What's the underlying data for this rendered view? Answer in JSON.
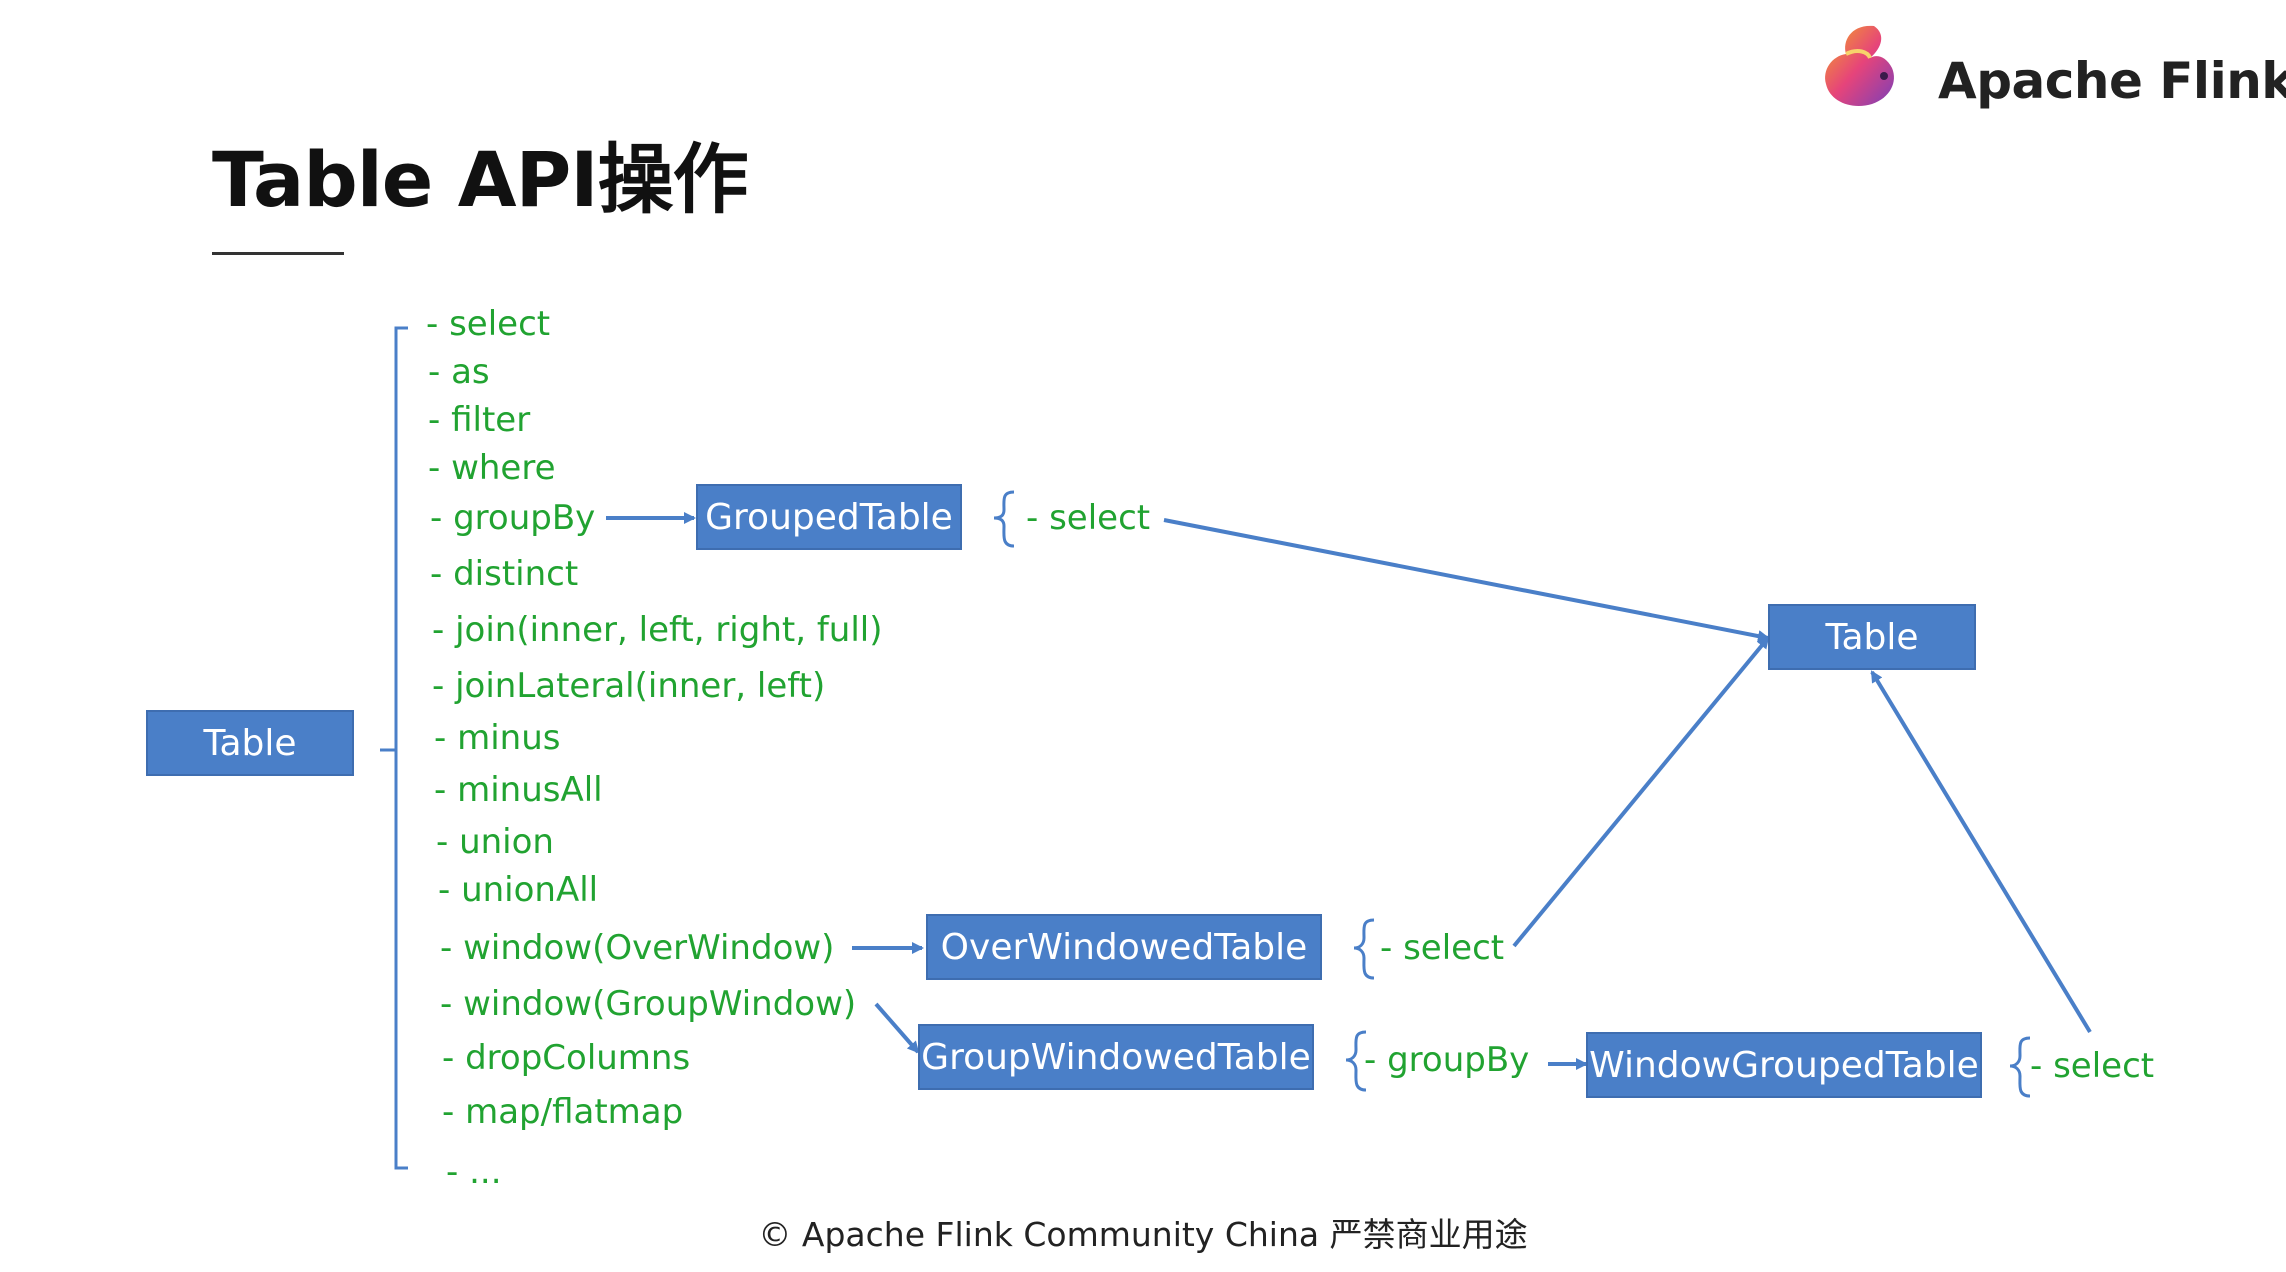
{
  "title": "Table API操作",
  "brand": {
    "name": "Apache Flink",
    "logo_icon": "flink-squirrel-logo"
  },
  "colors": {
    "box_fill": "#4a7fc8",
    "op_text": "#21a331",
    "connector": "#4a7fc8"
  },
  "boxes": {
    "table_source": "Table",
    "grouped_table": "GroupedTable",
    "table_result": "Table",
    "over_windowed_table": "OverWindowedTable",
    "group_windowed_table": "GroupWindowedTable",
    "window_grouped_table": "WindowGroupedTable"
  },
  "operations": [
    "- select",
    "- as",
    "- filter",
    "- where",
    "- groupBy",
    "- distinct",
    "- join(inner, left, right, full)",
    "- joinLateral(inner, left)",
    "- minus",
    "- minusAll",
    "- union",
    "- unionAll",
    "- window(OverWindow)",
    "- window(GroupWindow)",
    "- dropColumns",
    "- map/flatmap",
    "- ..."
  ],
  "grouped_ops": "- select",
  "over_ops": "- select",
  "group_window_ops": "- groupBy",
  "window_grouped_ops": "- select",
  "footer": "© Apache Flink Community China  严禁商业用途"
}
